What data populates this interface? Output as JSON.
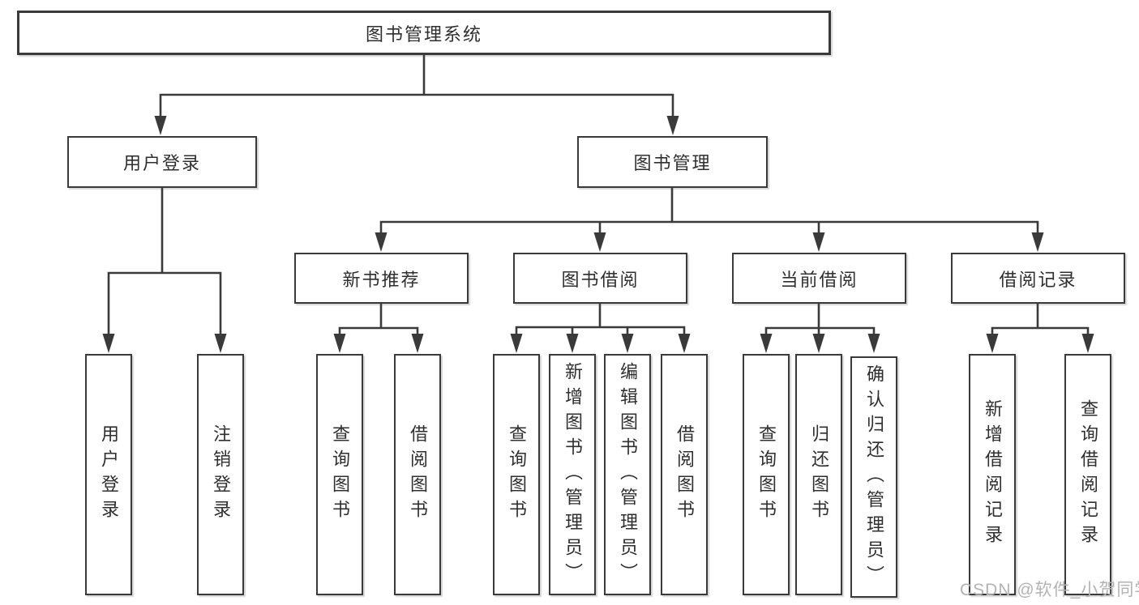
{
  "root": {
    "label": "图书管理系统",
    "children": [
      {
        "label": "用户登录",
        "children": [
          {
            "label": "用户登录"
          },
          {
            "label": "注销登录"
          }
        ]
      },
      {
        "label": "图书管理",
        "children": [
          {
            "label": "新书推荐",
            "children": [
              {
                "label": "查询图书"
              },
              {
                "label": "借阅图书"
              }
            ]
          },
          {
            "label": "图书借阅",
            "children": [
              {
                "label": "查询图书"
              },
              {
                "label": "新增图书（管理员）"
              },
              {
                "label": "编辑图书（管理员）"
              },
              {
                "label": "借阅图书"
              }
            ]
          },
          {
            "label": "当前借阅",
            "children": [
              {
                "label": "查询图书"
              },
              {
                "label": "归还图书"
              },
              {
                "label": "确认归还（管理员）"
              }
            ]
          },
          {
            "label": "借阅记录",
            "children": [
              {
                "label": "新增借阅记录"
              },
              {
                "label": "查询借阅记录"
              }
            ]
          }
        ]
      }
    ]
  },
  "watermark": {
    "text": "CSDN @软件_小贺同学"
  },
  "colors": {
    "line": "#3a3a3a",
    "box_border": "#3a3a3a",
    "box_fill": "#ffffff",
    "text": "#2f2f2f",
    "watermark_text": "#b3b3b3",
    "background": "#ffffff"
  }
}
